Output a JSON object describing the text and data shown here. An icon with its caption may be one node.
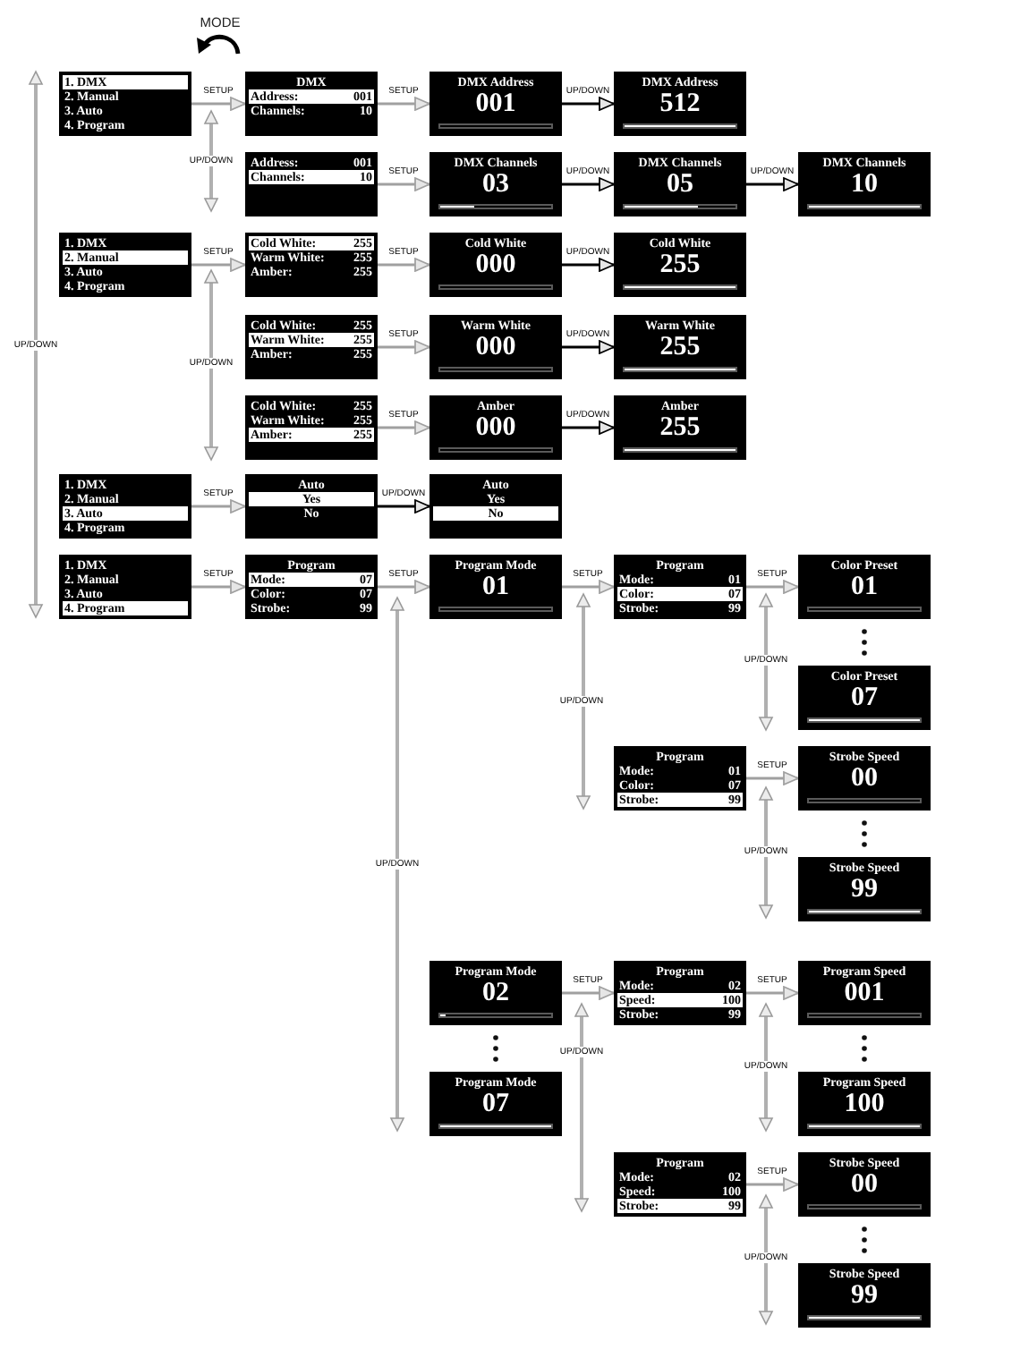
{
  "diagram": {
    "nodes": [
      {
        "text": [
          "1. DMX",
          "2. Manual",
          "3. Auto",
          "4. Program"
        ]
      },
      {
        "text": [
          "DMX",
          "Address:",
          "001",
          "Channels:",
          "10"
        ]
      },
      {
        "text": [
          "DMX Address",
          "001"
        ]
      },
      {
        "text": [
          "DMX Address",
          "512"
        ]
      },
      {
        "text": [
          "Address:",
          "001",
          "Channels:",
          "10"
        ]
      },
      {
        "text": [
          "DMX Channels",
          "03"
        ]
      },
      {
        "text": [
          "DMX Channels",
          "05"
        ]
      },
      {
        "text": [
          "DMX Channels",
          "10"
        ]
      },
      {
        "text": [
          "1. DMX",
          "2. Manual",
          "3. Auto",
          "4. Program"
        ]
      },
      {
        "text": [
          "Cold White:",
          "255",
          "Warm White:",
          "255",
          "Amber:",
          "255"
        ]
      },
      {
        "text": [
          "Cold White",
          "000"
        ]
      },
      {
        "text": [
          "Cold White",
          "255"
        ]
      },
      {
        "text": [
          "Cold White:",
          "255",
          "Warm White:",
          "255",
          "Amber:",
          "255"
        ]
      },
      {
        "text": [
          "Warm White",
          "000"
        ]
      },
      {
        "text": [
          "Warm White",
          "255"
        ]
      },
      {
        "text": [
          "Cold White:",
          "255",
          "Warm White:",
          "255",
          "Amber:",
          "255"
        ]
      },
      {
        "text": [
          "Amber",
          "000"
        ]
      },
      {
        "text": [
          "Amber",
          "255"
        ]
      },
      {
        "text": [
          "1. DMX",
          "2. Manual",
          "3. Auto",
          "4. Program"
        ]
      },
      {
        "text": [
          "Auto",
          "Yes",
          "No"
        ]
      },
      {
        "text": [
          "Auto",
          "Yes",
          "No"
        ]
      },
      {
        "text": [
          "1. DMX",
          "2. Manual",
          "3. Auto",
          "4. Program"
        ]
      },
      {
        "text": [
          "Program",
          "Mode:",
          "07",
          "Color:",
          "07",
          "Strobe:",
          "99"
        ]
      },
      {
        "text": [
          "Program Mode",
          "01"
        ]
      },
      {
        "text": [
          "Program",
          "Mode:",
          "01",
          "Color:",
          "07",
          "Strobe:",
          "99"
        ]
      },
      {
        "text": [
          "Color Preset",
          "01"
        ]
      },
      {
        "text": [
          "Color Preset",
          "07"
        ]
      },
      {
        "text": [
          "Program",
          "Mode:",
          "01",
          "Color:",
          "07",
          "Strobe:",
          "99"
        ]
      },
      {
        "text": [
          "Strobe Speed",
          "00"
        ]
      },
      {
        "text": [
          "Strobe Speed",
          "99"
        ]
      },
      {
        "text": [
          "Program Mode",
          "02"
        ]
      },
      {
        "text": [
          "Program",
          "Mode:",
          "02",
          "Speed:",
          "100",
          "Strobe:",
          "99"
        ]
      },
      {
        "text": [
          "Program Speed",
          "001"
        ]
      },
      {
        "text": [
          "Program Mode",
          "07"
        ]
      },
      {
        "text": [
          "Program Speed",
          "100"
        ]
      },
      {
        "text": [
          "Program",
          "Mode:",
          "02",
          "Speed:",
          "100",
          "Strobe:",
          "99"
        ]
      },
      {
        "text": [
          "Strobe Speed",
          "00"
        ]
      },
      {
        "text": [
          "Strobe Speed",
          "99"
        ]
      }
    ],
    "edges": [
      {
        "from": 0,
        "to": 1,
        "arrow": "to",
        "label": "SETUP"
      },
      {
        "from": 1,
        "to": 2,
        "arrow": "to",
        "label": "SETUP"
      },
      {
        "from": 2,
        "to": 3,
        "arrow": "to",
        "label": "UP/DOWN",
        "color": "#000000"
      },
      {
        "from": 4,
        "to": 5,
        "arrow": "to",
        "label": "SETUP"
      },
      {
        "from": 5,
        "to": 6,
        "arrow": "to",
        "label": "UP/DOWN",
        "color": "#000000"
      },
      {
        "from": 6,
        "to": 7,
        "arrow": "to",
        "label": "UP/DOWN",
        "color": "#000000"
      },
      {
        "from": 8,
        "to": 9,
        "arrow": "to",
        "label": "SETUP"
      },
      {
        "from": 9,
        "to": 10,
        "arrow": "to",
        "label": "SETUP"
      },
      {
        "from": 10,
        "to": 11,
        "arrow": "to",
        "label": "UP/DOWN",
        "color": "#000000"
      },
      {
        "from": 12,
        "to": 13,
        "arrow": "to",
        "label": "SETUP"
      },
      {
        "from": 13,
        "to": 14,
        "arrow": "to",
        "label": "UP/DOWN",
        "color": "#000000"
      },
      {
        "from": 15,
        "to": 16,
        "arrow": "to",
        "label": "SETUP"
      },
      {
        "from": 16,
        "to": 17,
        "arrow": "to",
        "label": "UP/DOWN",
        "color": "#000000"
      },
      {
        "from": 18,
        "to": 19,
        "arrow": "to",
        "label": "SETUP"
      },
      {
        "from": 19,
        "to": 20,
        "arrow": "to",
        "label": "UP/DOWN",
        "color": "#000000"
      },
      {
        "from": 21,
        "to": 22,
        "arrow": "to",
        "label": "SETUP"
      },
      {
        "from": 22,
        "to": 23,
        "arrow": "to",
        "label": "SETUP"
      },
      {
        "from": 23,
        "to": 24,
        "arrow": "to",
        "label": "SETUP"
      },
      {
        "from": 24,
        "to": 25,
        "arrow": "to",
        "label": "SETUP"
      },
      {
        "from": 27,
        "to": 28,
        "arrow": "to",
        "label": "SETUP"
      },
      {
        "from": 30,
        "to": 31,
        "arrow": "to",
        "label": "SETUP"
      },
      {
        "from": 31,
        "to": 32,
        "arrow": "to",
        "label": "SETUP"
      },
      {
        "from": 35,
        "to": 36,
        "arrow": "to",
        "label": "SETUP"
      }
    ],
    "labels": [
      "MODE",
      "UP/DOWN",
      "UP/DOWN",
      "UP/DOWN",
      "UP/DOWN",
      "UP/DOWN",
      "UP/DOWN",
      "UP/DOWN",
      "UP/DOWN",
      "UP/DOWN",
      "UP/DOWN"
    ]
  }
}
